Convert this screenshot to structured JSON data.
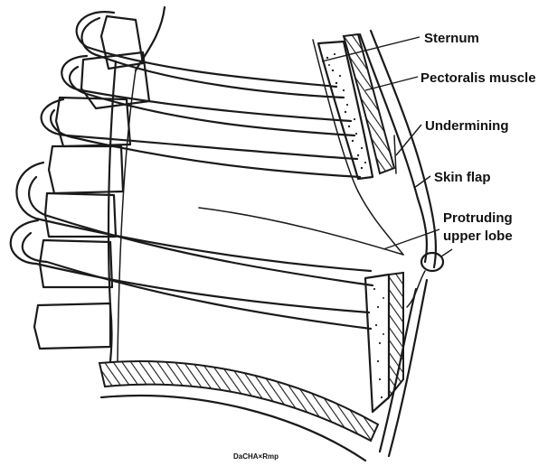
{
  "labels": {
    "sternum": "Sternum",
    "pectoralis": "Pectoralis muscle",
    "undermining": "Undermining",
    "skin_flap": "Skin flap",
    "protruding_line1": "Protruding",
    "protruding_line2": "upper lobe"
  },
  "footer_mark": "DaCHA×Rmp"
}
